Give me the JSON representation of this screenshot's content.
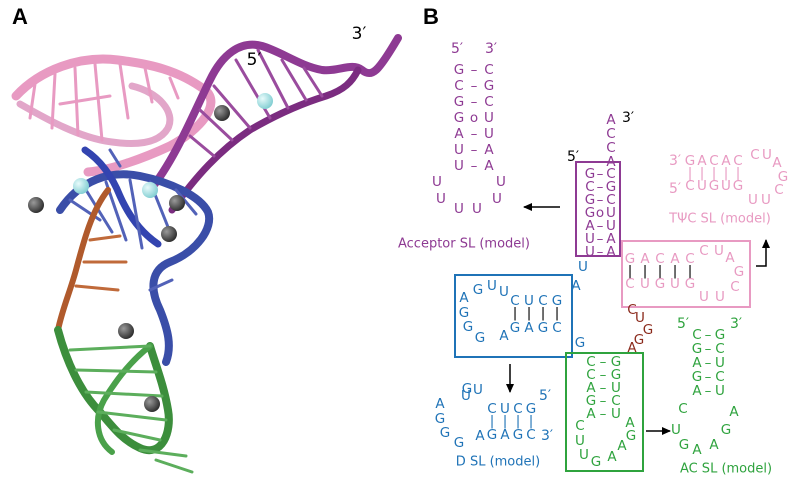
{
  "panels": {
    "a": "A",
    "b": "B"
  },
  "structure_3d": {
    "end5": "5′",
    "end3": "3′"
  },
  "colors": {
    "acceptor": "#8e3a93",
    "tpsic": "#e89ac2",
    "d": "#1f73b7",
    "ac": "#2fa33e",
    "linker": "#8b2a1c",
    "ion_dark": "#444444",
    "ion_light": "#a7e3e6"
  },
  "acceptor_model": {
    "end5": "5′",
    "end3": "3′",
    "left": [
      "G",
      "C",
      "G",
      "G",
      "A",
      "U",
      "U"
    ],
    "pairs": [
      "–",
      "–",
      "–",
      "o",
      "–",
      "–",
      "–"
    ],
    "right": [
      "C",
      "G",
      "C",
      "U",
      "U",
      "A",
      "A"
    ],
    "loop": [
      "U",
      "U",
      "U",
      "U",
      "U",
      "U"
    ],
    "caption": "Acceptor SL (model)"
  },
  "trna": {
    "end5": "5′",
    "end3": "3′",
    "acc_tail": [
      "A",
      "C",
      "C",
      "A"
    ],
    "acc_left": [
      "G",
      "C",
      "G",
      "G",
      "A",
      "U",
      "U"
    ],
    "acc_pairs": [
      "–",
      "–",
      "–",
      "o",
      "–",
      "–",
      "–"
    ],
    "acc_right": [
      "C",
      "G",
      "C",
      "U",
      "U",
      "A",
      "A"
    ],
    "link1": "U",
    "t_top": [
      "G",
      "A",
      "C",
      "A",
      "C"
    ],
    "t_pairs": [
      "|",
      "|",
      "|",
      "|",
      "|"
    ],
    "t_bot": [
      "C",
      "U",
      "G",
      "U",
      "G"
    ],
    "t_loop": [
      "C",
      "U",
      "A",
      "G",
      "C",
      "U",
      "U"
    ],
    "t_link": [
      "C",
      "U",
      "G"
    ],
    "ac_link": [
      "A",
      "G"
    ],
    "d_link1": "A",
    "d_top": [
      "C",
      "U",
      "C",
      "G"
    ],
    "d_pairs": [
      "|",
      "|",
      "|",
      "|"
    ],
    "d_bot": [
      "G",
      "A",
      "G",
      "C"
    ],
    "d_loop": [
      "U",
      "U",
      "G",
      "A",
      "G",
      "G",
      "G",
      "A"
    ],
    "d_link2": "G",
    "ac_left": [
      "C",
      "C",
      "A",
      "G",
      "A"
    ],
    "ac_pairs": [
      "–",
      "–",
      "–",
      "–",
      "–"
    ],
    "ac_right": [
      "G",
      "G",
      "U",
      "C",
      "U"
    ],
    "ac_loop": [
      "C",
      "U",
      "U",
      "G",
      "A",
      "A",
      "G",
      "A"
    ]
  },
  "tpsic_model": {
    "end5": "5′",
    "end3": "3′",
    "top": [
      "G",
      "A",
      "C",
      "A",
      "C"
    ],
    "pairs": [
      "|",
      "|",
      "|",
      "|",
      "|"
    ],
    "bot": [
      "C",
      "U",
      "G",
      "U",
      "G"
    ],
    "loop": [
      "C",
      "U",
      "A",
      "G",
      "C",
      "U",
      "U"
    ],
    "caption": "TΨC SL (model)"
  },
  "d_model": {
    "end5": "5′",
    "end3": "3′",
    "top": [
      "C",
      "U",
      "C",
      "G"
    ],
    "pairs": [
      "|",
      "|",
      "|",
      "|"
    ],
    "bot": [
      "G",
      "A",
      "G",
      "C"
    ],
    "loop": [
      "U",
      "U",
      "G",
      "A",
      "G",
      "G",
      "G",
      "A"
    ],
    "caption": "D SL (model)"
  },
  "ac_model": {
    "end5": "5′",
    "end3": "3′",
    "left": [
      "C",
      "G",
      "A",
      "G",
      "A"
    ],
    "pairs": [
      "–",
      "–",
      "–",
      "–",
      "–"
    ],
    "right": [
      "G",
      "C",
      "U",
      "C",
      "U"
    ],
    "loop": [
      "C",
      "U",
      "G",
      "A",
      "A",
      "G",
      "A"
    ],
    "caption": "AC SL (model)"
  }
}
